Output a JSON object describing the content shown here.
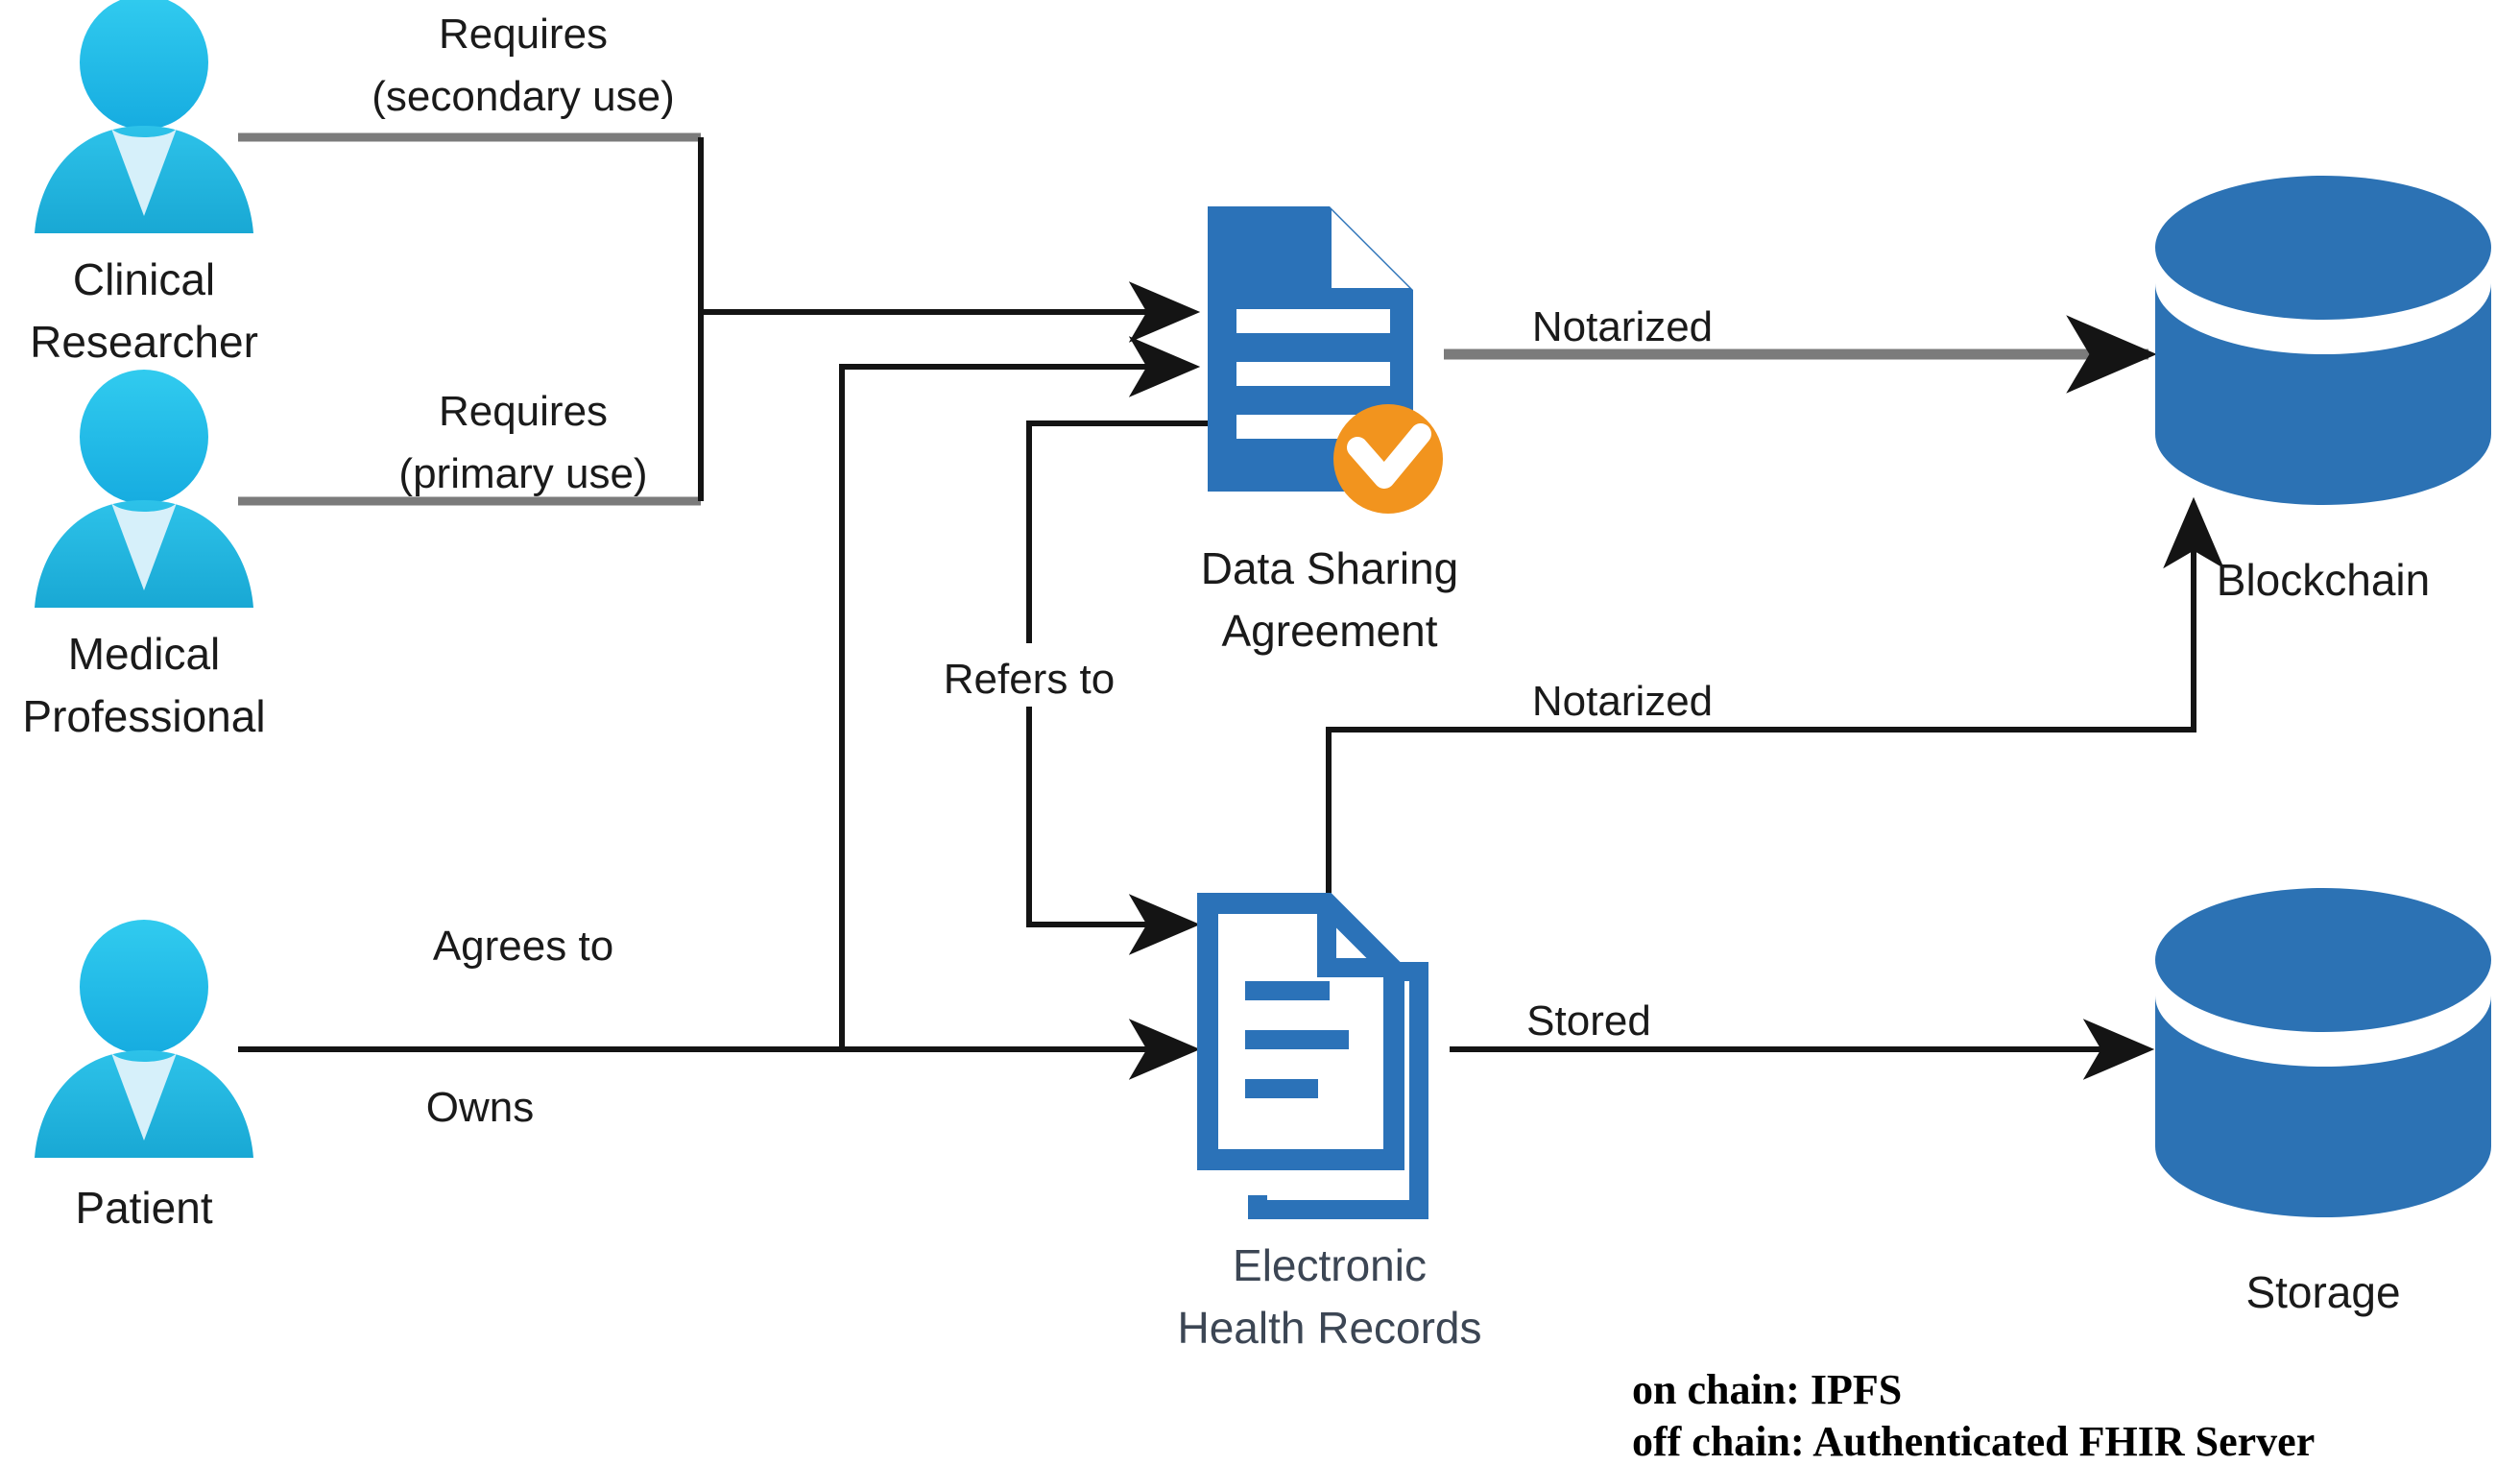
{
  "diagram": {
    "title": "Blockchain health data sharing flow",
    "background": "#ffffff",
    "colors": {
      "actor_fill": "#29c0e8",
      "actor_fill_dark": "#19a8d4",
      "actor_collar": "#d6f0fa",
      "doc_blue": "#2b72b8",
      "check_orange": "#f2941e",
      "cylinder_blue": "#2c72b4",
      "edge_black": "#141414",
      "edge_gray": "#7b7b7b",
      "ehr_label": "#3c4654",
      "text_black": "#1a1a1a"
    }
  },
  "nodes": {
    "clinical_researcher": {
      "label_line1": "Clinical",
      "label_line2": "Researcher",
      "icon": "person-icon"
    },
    "medical_professional": {
      "label_line1": "Medical",
      "label_line2": "Professional",
      "icon": "person-icon"
    },
    "patient": {
      "label_line1": "Patient",
      "label_line2": "",
      "icon": "person-icon"
    },
    "data_sharing_agreement": {
      "label_line1": "Data Sharing",
      "label_line2": "Agreement",
      "icon": "signed-document-icon"
    },
    "electronic_health_records": {
      "label_line1": "Electronic",
      "label_line2": "Health Records",
      "icon": "documents-stack-icon"
    },
    "blockchain": {
      "label_line1": "Blockchain",
      "label_line2": "",
      "icon": "database-cylinder-icon"
    },
    "storage": {
      "label_line1": "Storage",
      "label_line2": "",
      "icon": "database-cylinder-icon"
    }
  },
  "edges": {
    "requires_secondary": {
      "line1": "Requires",
      "line2": "(secondary use)",
      "from": "clinical_researcher",
      "to": "data_sharing_agreement",
      "color": "#7b7b7b"
    },
    "requires_primary": {
      "line1": "Requires",
      "line2": "(primary use)",
      "from": "medical_professional",
      "to": "data_sharing_agreement",
      "color": "#7b7b7b"
    },
    "agrees_to": {
      "line1": "Agrees to",
      "from": "patient",
      "to": "data_sharing_agreement",
      "color": "#141414"
    },
    "owns": {
      "line1": "Owns",
      "from": "patient",
      "to": "electronic_health_records",
      "color": "#141414"
    },
    "refers_to": {
      "line1": "Refers to",
      "from": "data_sharing_agreement",
      "to": "electronic_health_records",
      "color": "#141414"
    },
    "notarized_dsa": {
      "line1": "Notarized",
      "from": "data_sharing_agreement",
      "to": "blockchain",
      "color": "#7b7b7b"
    },
    "notarized_ehr": {
      "line1": "Notarized",
      "from": "electronic_health_records",
      "to": "blockchain",
      "color": "#141414"
    },
    "stored": {
      "line1": "Stored",
      "from": "electronic_health_records",
      "to": "storage",
      "color": "#141414"
    }
  },
  "notes": {
    "on_chain": "on chain: IPFS",
    "off_chain": "off chain: Authenticated FHIR Server"
  }
}
